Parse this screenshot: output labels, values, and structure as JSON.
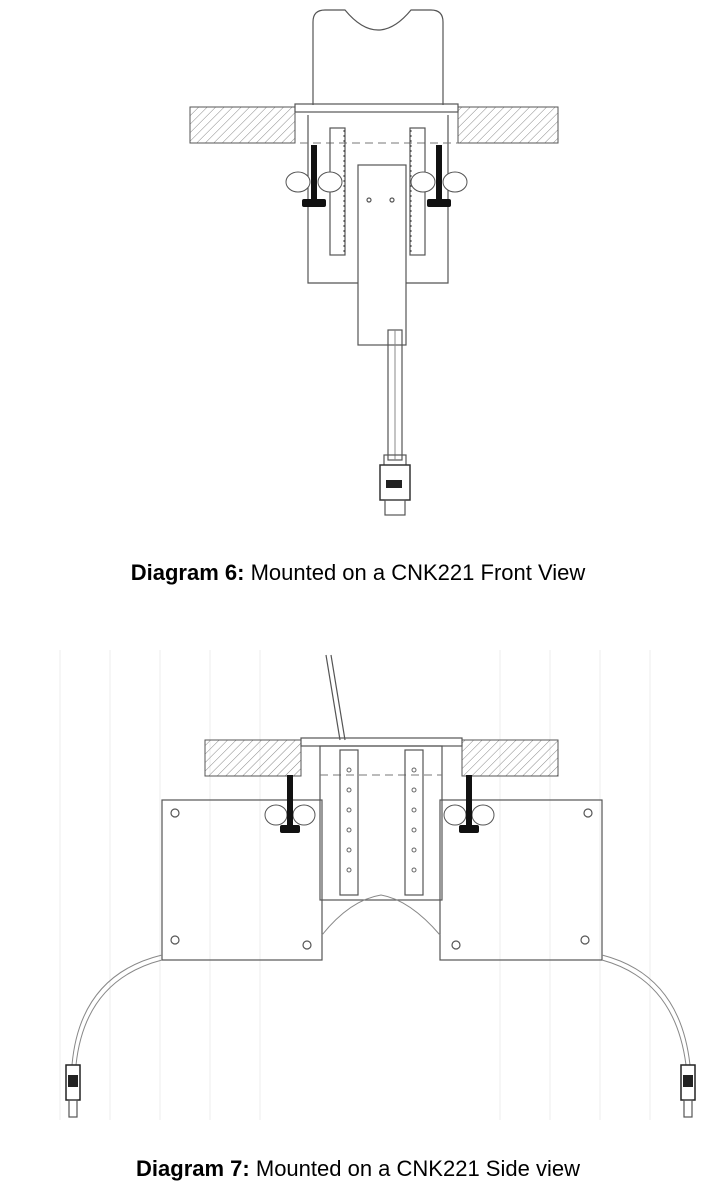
{
  "diagrams": [
    {
      "label": "Diagram 6:",
      "caption": "Mounted on a CNK221 Front View"
    },
    {
      "label": "Diagram 7:",
      "caption": "Mounted on a CNK221 Side view"
    }
  ]
}
